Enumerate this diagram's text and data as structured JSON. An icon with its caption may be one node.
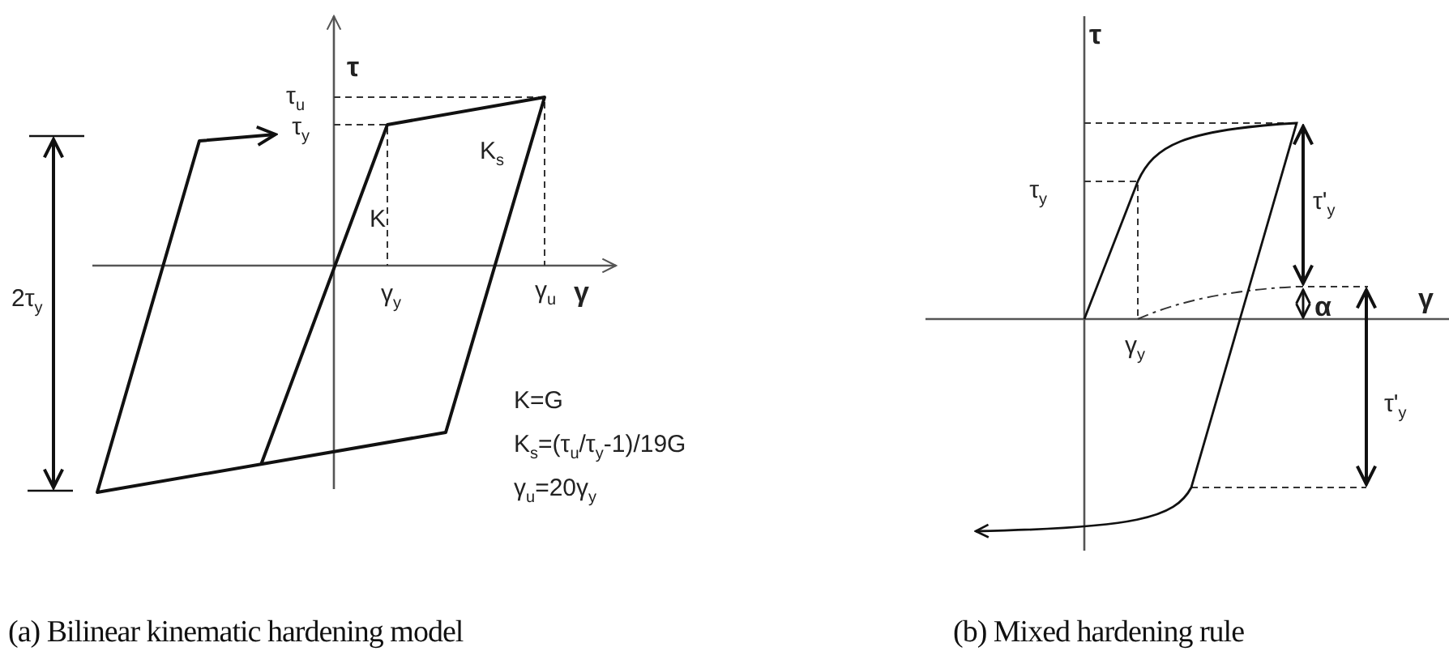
{
  "diagram": {
    "labels": [
      "τ",
      "τ$_{u}$",
      "τ$_{y}$",
      "K$_{s}$",
      "2τ$_{y}$",
      "K",
      "γ$_{y}$",
      "γ$_{u}$",
      "γ",
      "K=G",
      "K$_{s}$=(τ$_{u}$/τ$_{y}$-1)/19G",
      "γ$_{u}$=20γ$_{y}$",
      "(a) Bilinear kinematic hardening model",
      "τ",
      "τ$_{y}$",
      "τ'$_{y}$",
      "α",
      "γ",
      "γ$_{y}$",
      "τ'$_{y}$",
      "(b) Mixed hardening rule"
    ]
  }
}
